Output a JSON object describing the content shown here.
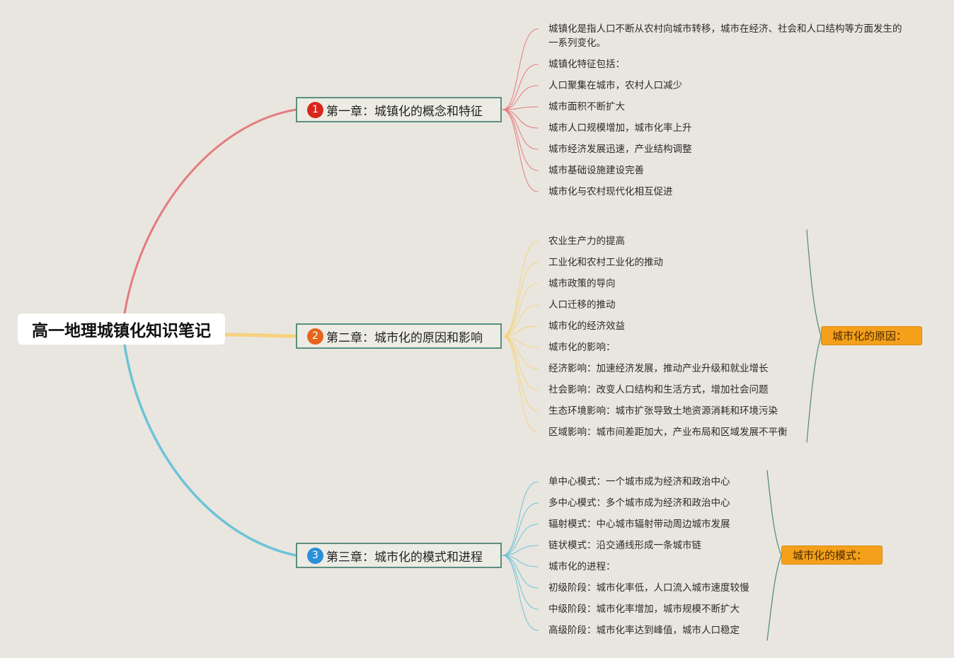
{
  "root": {
    "title": "高一地理城镇化知识笔记"
  },
  "colors": {
    "branch1": "#e57b7f",
    "branch2": "#f6d27e",
    "branch3": "#6cc3d8",
    "badge1": "#d8281c",
    "badge2": "#e8641c",
    "badge3": "#2a90d8",
    "summary_fill": "#f5a01a",
    "bracket": "#4f8a6e"
  },
  "chapters": [
    {
      "badge": "1",
      "title": "第一章：城镇化的概念和特征",
      "items": [
        "城镇化是指人口不断从农村向城市转移，城市在经济、社会和人口结构等方面发生的一系列变化。",
        "城镇化特征包括：",
        "人口聚集在城市，农村人口减少",
        "城市面积不断扩大",
        "城市人口规模增加，城市化率上升",
        "城市经济发展迅速，产业结构调整",
        "城市基础设施建设完善",
        "城市化与农村现代化相互促进"
      ]
    },
    {
      "badge": "2",
      "title": "第二章：城市化的原因和影响",
      "items": [
        "农业生产力的提高",
        "工业化和农村工业化的推动",
        "城市政策的导向",
        "人口迁移的推动",
        "城市化的经济效益",
        "城市化的影响：",
        "经济影响：加速经济发展，推动产业升级和就业增长",
        "社会影响：改变人口结构和生活方式，增加社会问题",
        "生态环境影响：城市扩张导致土地资源消耗和环境污染",
        "区域影响：城市间差距加大，产业布局和区域发展不平衡"
      ],
      "summary": "城市化的原因："
    },
    {
      "badge": "3",
      "title": "第三章：城市化的模式和进程",
      "items": [
        "单中心模式：一个城市成为经济和政治中心",
        "多中心模式：多个城市成为经济和政治中心",
        "辐射模式：中心城市辐射带动周边城市发展",
        "链状模式：沿交通线形成一条城市链",
        "城市化的进程：",
        "初级阶段：城市化率低，人口流入城市速度较慢",
        "中级阶段：城市化率增加，城市规模不断扩大",
        "高级阶段：城市化率达到峰值，城市人口稳定"
      ],
      "summary": "城市化的模式："
    }
  ]
}
